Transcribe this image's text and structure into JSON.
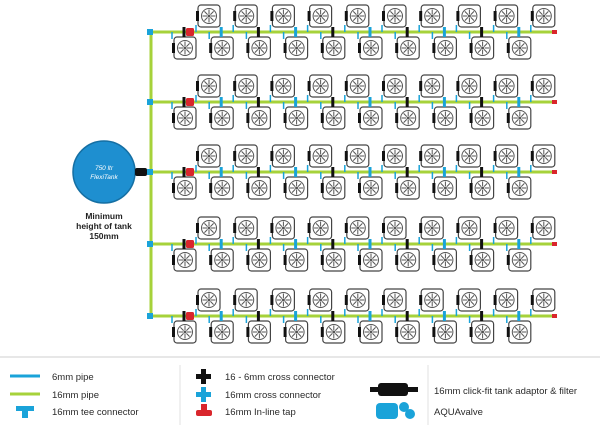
{
  "tank": {
    "label_line1": "750 ltr",
    "label_line2": "FlexiTank",
    "note_line1": "Minimum",
    "note_line2": "height of tank",
    "note_line3": "150mm"
  },
  "layout": {
    "row_groups": 5,
    "pots_per_row": 10
  },
  "legend": {
    "six_mm_pipe": "6mm pipe",
    "sixteen_mm_pipe": "16mm pipe",
    "tee_connector": "16mm tee connector",
    "cross_16_6": "16 - 6mm cross connector",
    "cross_16": "16mm cross connector",
    "inline_tap": "16mm In-line tap",
    "tank_adaptor": "16mm click-fit tank adaptor & filter",
    "aquavalve": "AQUAvalve"
  },
  "colors": {
    "pipe6": "#1aa3d9",
    "pipe16": "#a6d23a",
    "tank": "#1e8fd0",
    "tap": "#d9262c"
  }
}
